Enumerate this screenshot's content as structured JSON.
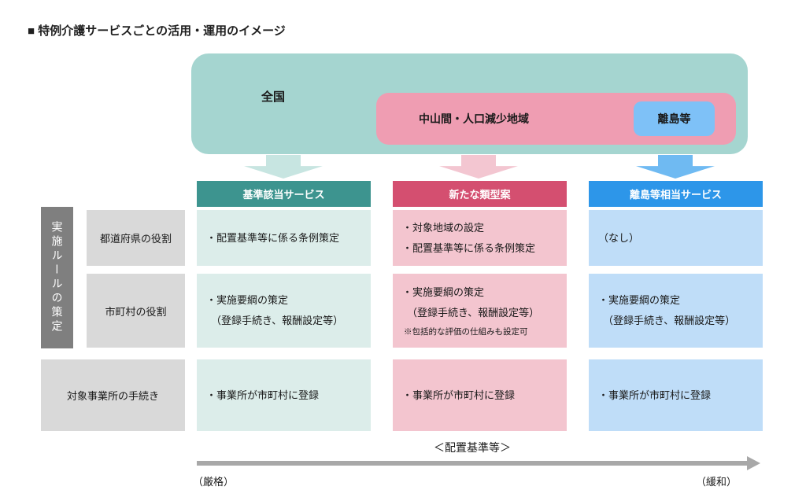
{
  "title": "■ 特例介護サービスごとの活用・運用のイメージ",
  "region_map": {
    "nationwide": "全国",
    "depopulated": "中山間・人口減少地域",
    "islands": "離島等"
  },
  "rows": {
    "side_header": "実施ルールの策定",
    "prefecture_label": "都道府県の役割",
    "municipality_label": "市町村の役割",
    "office_label": "対象事業所の手続き"
  },
  "table": {
    "columns": [
      {
        "header": "基準該当サービス",
        "prefecture_role": [
          "・配置基準等に係る条例策定"
        ],
        "municipality_role": [
          "・実施要綱の策定",
          "（登録手続き、報酬設定等）"
        ],
        "office_procedure": "・事業所が市町村に登録"
      },
      {
        "header": "新たな類型案",
        "prefecture_role": [
          "・対象地域の設定",
          "・配置基準等に係る条例策定"
        ],
        "municipality_role": [
          "・実施要綱の策定",
          "（登録手続き、報酬設定等）"
        ],
        "municipality_note": "※包括的な評価の仕組みも設定可",
        "office_procedure": "・事業所が市町村に登録"
      },
      {
        "header": "離島等相当サービス",
        "prefecture_role": [
          "（なし）"
        ],
        "municipality_role": [
          "・実施要綱の策定",
          "（登録手続き、報酬設定等）"
        ],
        "office_procedure": "・事業所が市町村に登録"
      }
    ]
  },
  "axis": {
    "label": "＜配置基準等＞",
    "left_end": "（厳格）",
    "right_end": "（緩和）"
  },
  "colors": {
    "nationwide_bg": "#A5D5D0",
    "depopulated_bg": "#EF9DB2",
    "islands_bg": "#7EC1F7",
    "header_teal": "#3D948F",
    "header_crimson": "#D44F70",
    "header_blue": "#2D96E9",
    "cell_teal": "#DCEDEA",
    "cell_pink": "#F3C5CF",
    "cell_blue": "#BFDDF8",
    "arrow_teal": "#C7E5E1",
    "arrow_pink": "#F3C6D1",
    "arrow_blue": "#6FBAF2",
    "side_bar_gray": "#7F7F7F",
    "label_gray": "#D9D9D9",
    "axis_gray": "#A8A8A8"
  }
}
